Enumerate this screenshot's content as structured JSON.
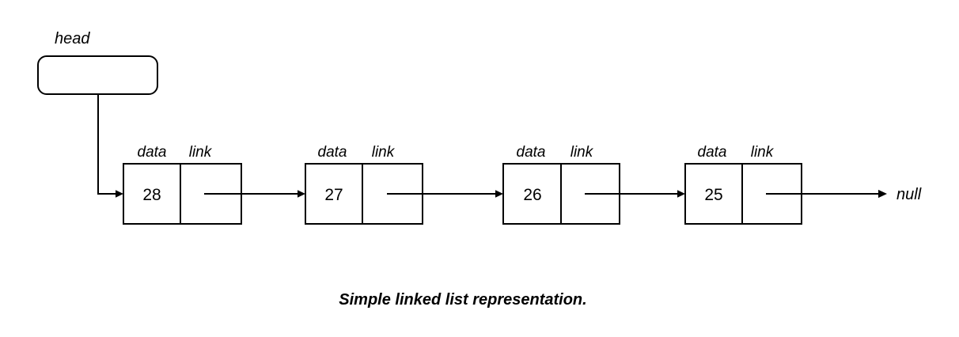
{
  "diagram": {
    "title_label": "head",
    "terminator_label": "null",
    "caption": "Simple linked list representation.",
    "field_labels": {
      "data": "data",
      "link": "link"
    },
    "colors": {
      "background": "#ffffff",
      "stroke": "#000000",
      "text": "#000000"
    },
    "nodes": [
      {
        "data": "28",
        "link_label": "link",
        "data_label": "data"
      },
      {
        "data": "27",
        "link_label": "link",
        "data_label": "data"
      },
      {
        "data": "26",
        "link_label": "link",
        "data_label": "data"
      },
      {
        "data": "25",
        "link_label": "link",
        "data_label": "data"
      }
    ]
  }
}
